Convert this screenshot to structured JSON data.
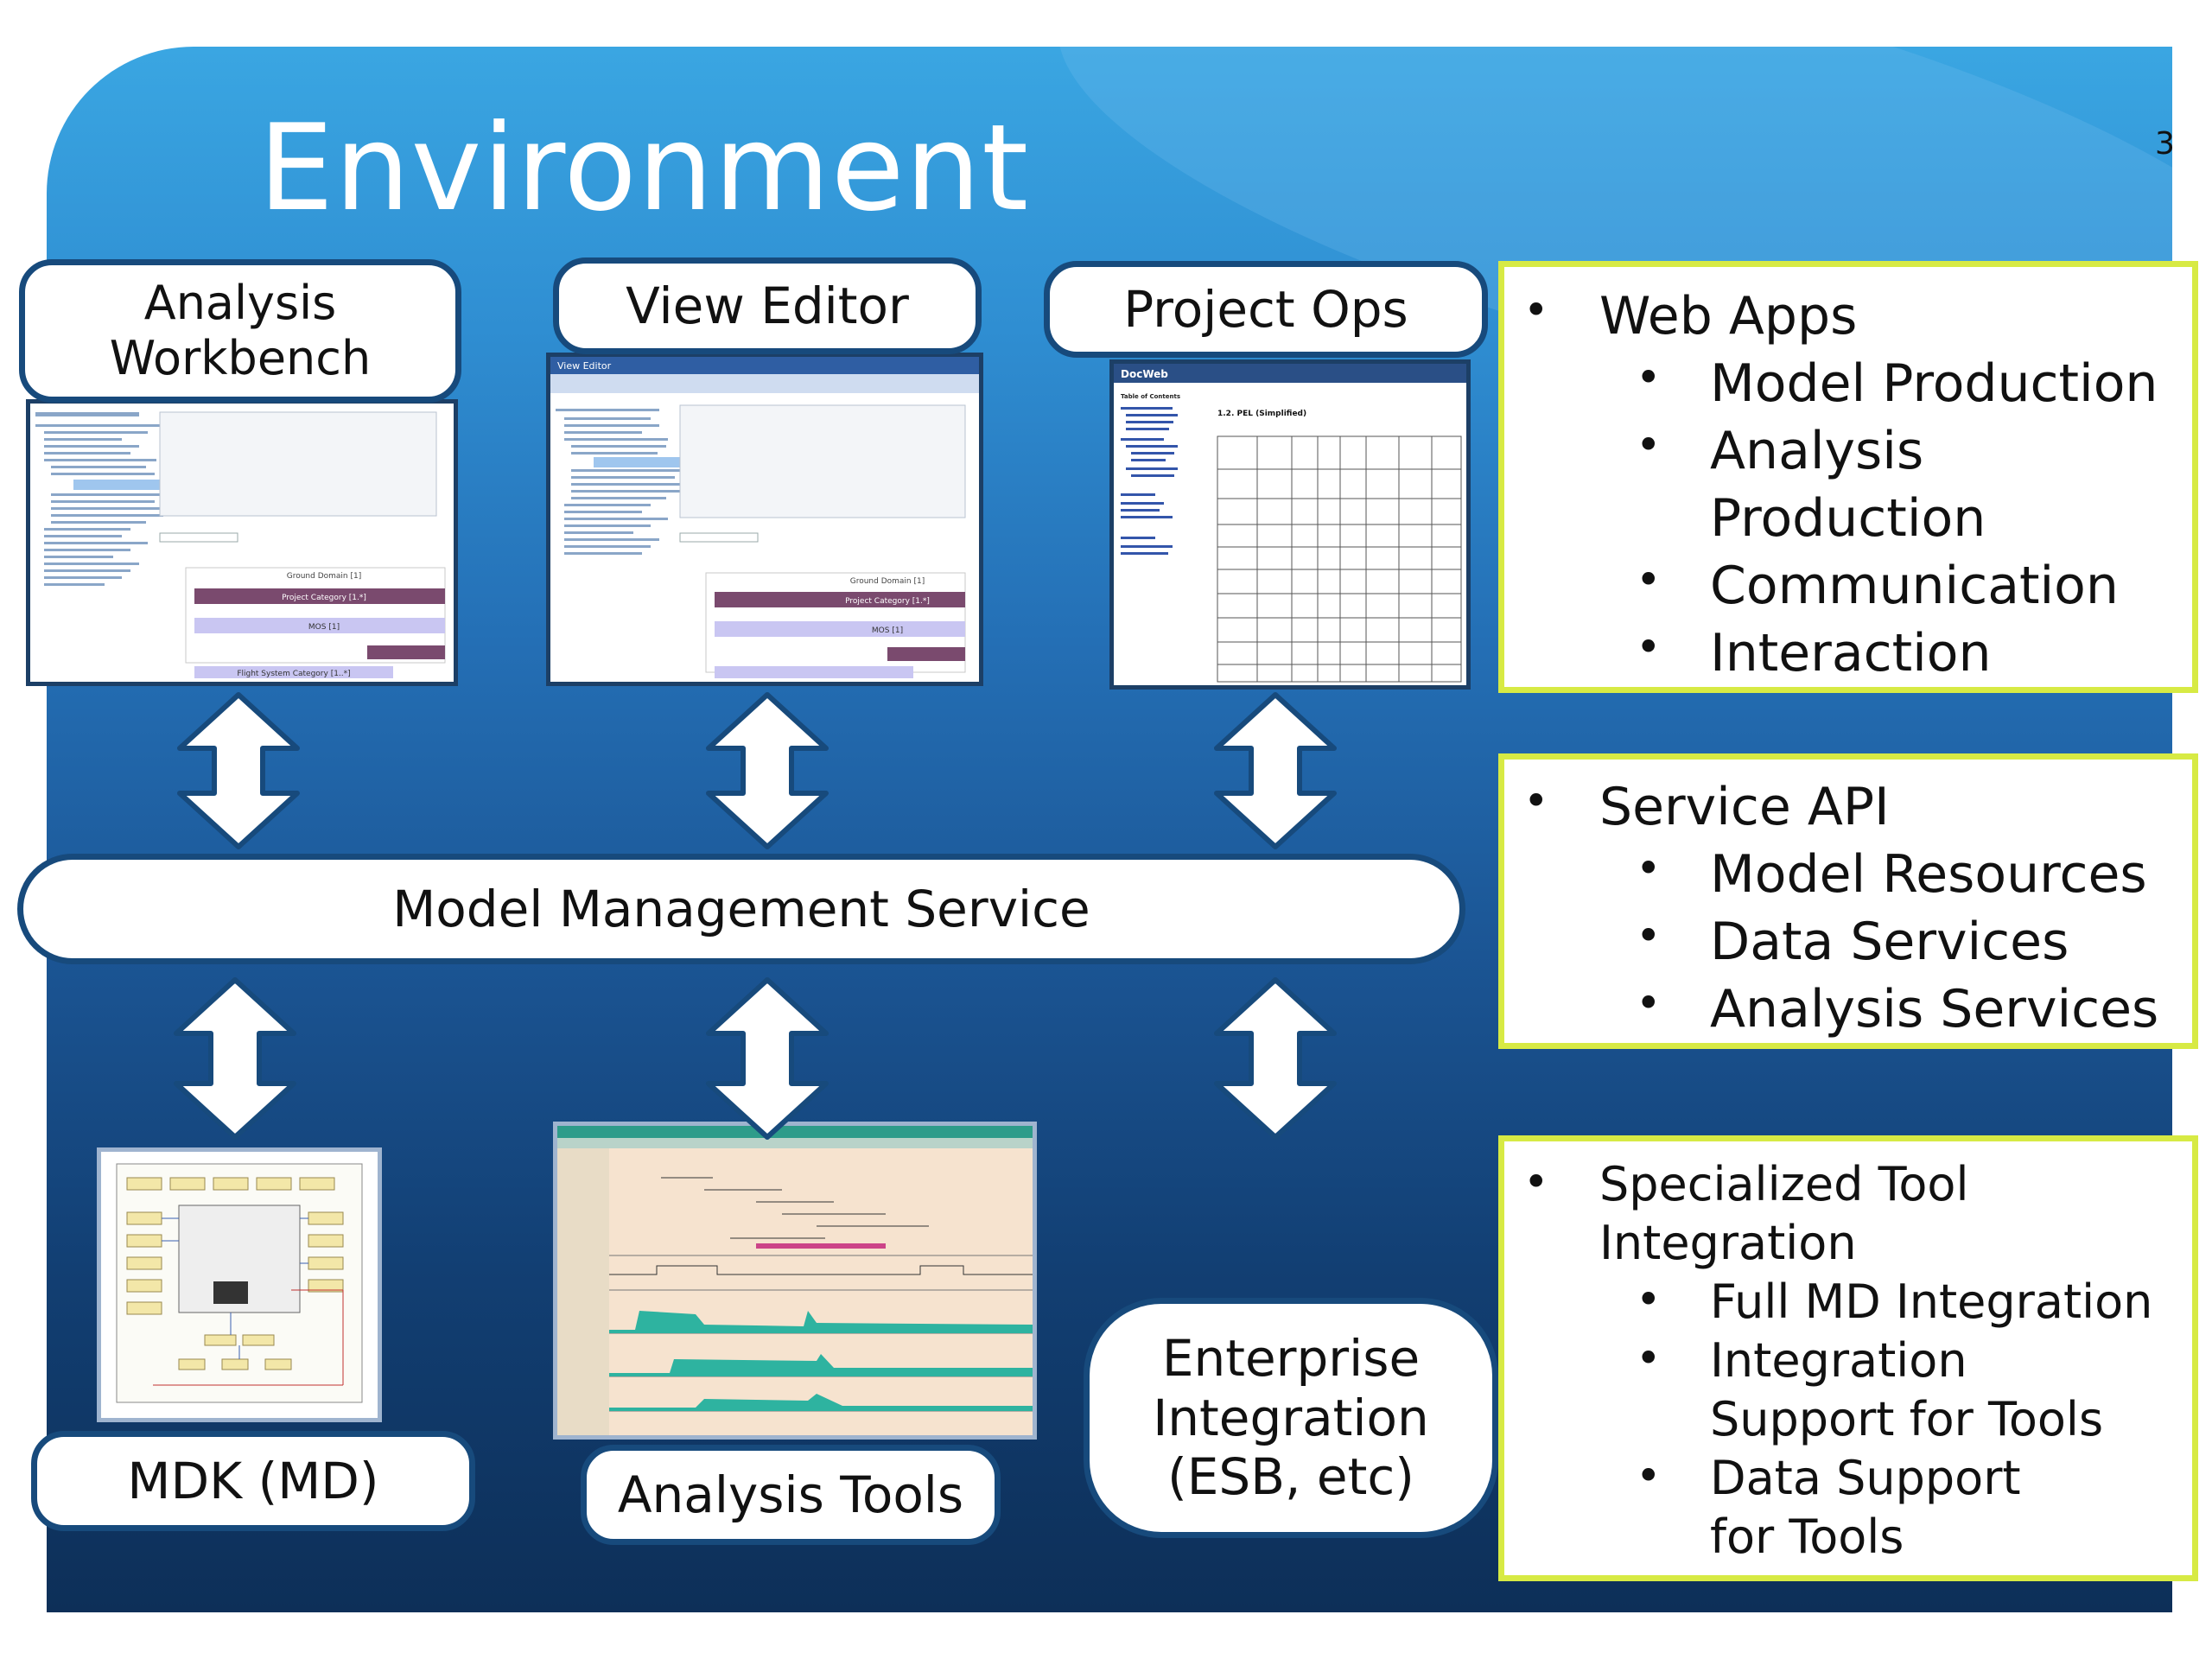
{
  "slide": {
    "title": "Environment",
    "page_number": "3"
  },
  "apps": {
    "analysis_workbench": "Analysis Workbench",
    "view_editor": "View Editor",
    "project_ops": "Project Ops"
  },
  "center": {
    "mms": "Model Management Service"
  },
  "tools": {
    "mdk": "MDK (MD)",
    "analysis_tools": "Analysis Tools",
    "enterprise": "Enterprise Integration (ESB, etc)"
  },
  "notes": {
    "web_apps": {
      "heading": "Web Apps",
      "items": [
        "Model Production",
        "Analysis Production",
        "Communication",
        "Interaction"
      ]
    },
    "service_api": {
      "heading": "Service API",
      "items": [
        "Model Resources",
        "Data Services",
        "Analysis Services"
      ]
    },
    "tool_integration": {
      "heading": "Specialized Tool Integration",
      "items": [
        "Full MD Integration",
        "Integration Support for Tools",
        "Data Support for Tools"
      ]
    }
  },
  "screens": {
    "view_editor_header": "View Editor",
    "docweb_header": "DocWeb",
    "pel_heading": "1.2. PEL (Simplified)",
    "toc_heading": "Table of Contents",
    "ground_domain": "Ground Domain [1]",
    "project_category": "Project Category [1.*]",
    "mos": "MOS [1]",
    "flight_system_category": "Flight System Category [1..*]"
  },
  "colors": {
    "frame_border": "#174a7c",
    "note_border": "#d7ea44",
    "title_text": "#ffffff"
  }
}
